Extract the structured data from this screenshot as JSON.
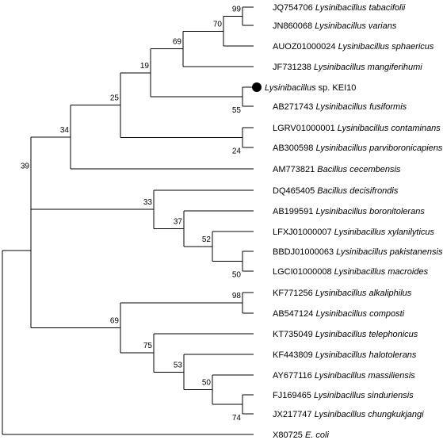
{
  "leaves": [
    {
      "accession": "JQ754706",
      "species": "Lysinibacillus tabacifolii",
      "marked": false
    },
    {
      "accession": "JN860068",
      "species": "Lysinibacillus varians",
      "marked": false
    },
    {
      "accession": "AUOZ01000024",
      "species": "Lysinibacillus sphaericus",
      "marked": false
    },
    {
      "accession": "JF731238",
      "species": "Lysinibacillus mangiferihumi",
      "marked": false
    },
    {
      "accession": "",
      "species": "Lysinibacillus",
      "suffix": "sp. KEI10",
      "marked": true
    },
    {
      "accession": "AB271743",
      "species": "Lysinibacillus fusiformis",
      "marked": false
    },
    {
      "accession": "LGRV01000001",
      "species": "Lysinibacillus contaminans",
      "marked": false
    },
    {
      "accession": "AB300598",
      "species": "Lysinibacillus parviboronicapiens",
      "marked": false
    },
    {
      "accession": "AM773821",
      "species": "Bacillus cecembensis",
      "marked": false
    },
    {
      "accession": "DQ465405",
      "species": "Bacillus decisifrondis",
      "marked": false
    },
    {
      "accession": "AB199591",
      "species": "Lysinibacillus boronitolerans",
      "marked": false
    },
    {
      "accession": "LFXJ01000007",
      "species": "Lysinibacillus xylanilyticus",
      "marked": false
    },
    {
      "accession": "BBDJ01000063",
      "species": "Lysinibacillus pakistanensis",
      "marked": false
    },
    {
      "accession": "LGCI01000008",
      "species": "Lysinibacillus macroides",
      "marked": false
    },
    {
      "accession": "KF771256",
      "species": "Lysinibacillus alkaliphilus",
      "marked": false
    },
    {
      "accession": "AB547124",
      "species": "Lysinibacillus composti",
      "marked": false
    },
    {
      "accession": "KT735049",
      "species": "Lysinibacillus telephonicus",
      "marked": false
    },
    {
      "accession": "KF443809",
      "species": "Lysinibacillus halotolerans",
      "marked": false
    },
    {
      "accession": "AY677116",
      "species": "Lysinibacillus massiliensis",
      "marked": false
    },
    {
      "accession": "FJ169465",
      "species": "Lysinibacillus sinduriensis",
      "marked": false
    },
    {
      "accession": "JX217747",
      "species": "Lysinibacillus chungkukjangi",
      "marked": false
    },
    {
      "accession": "X80725",
      "species": "E. coli",
      "marked": false
    }
  ],
  "bootstrap_values": [
    "99",
    "70",
    "69",
    "19",
    "55",
    "25",
    "24",
    "34",
    "39",
    "33",
    "37",
    "52",
    "50",
    "98",
    "69",
    "75",
    "53",
    "50",
    "74"
  ],
  "marker_color": "#000000"
}
